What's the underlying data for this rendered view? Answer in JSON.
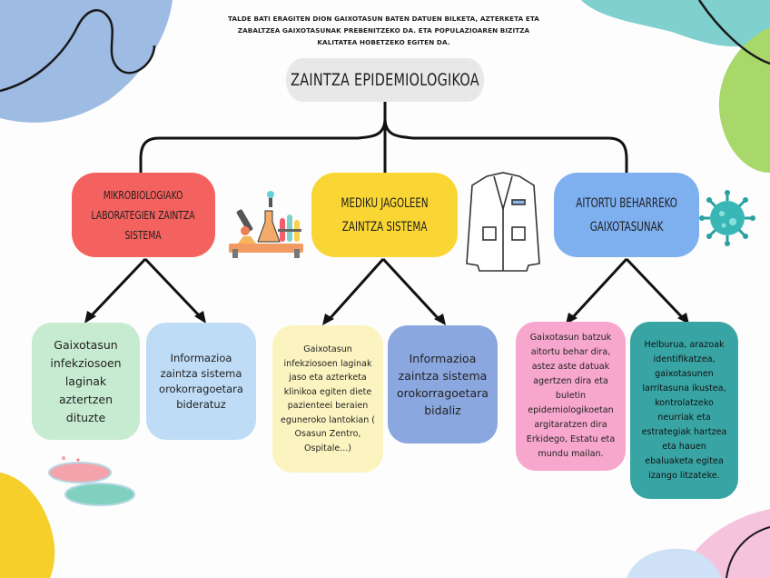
{
  "intro": "TALDE BATI ERAGITEN DION GAIXOTASUN BATEN DATUEN BILKETA, AZTERKETA ETA ZABALTZEA GAIXOTASUNAK PREBENITZEKO DA. ETA POPULAZIOAREN BIZITZA KALITATEA HOBETZEKO EGITEN DA.",
  "title": "ZAINTZA EPIDEMIOLOGIKOA",
  "categories": [
    {
      "lines": [
        "MIKROBIOLOGIAKO",
        "LABORATEGIEN ZAINTZA",
        "SISTEMA"
      ]
    },
    {
      "lines": [
        "MEDIKU JAGOLEEN",
        "ZAINTZA SISTEMA"
      ]
    },
    {
      "lines": [
        "AITORTU BEHARREKO",
        "GAIXOTASUNAK"
      ]
    }
  ],
  "details": [
    "Gaixotasun infekziosoen laginak aztertzen dituzte",
    "Informazioa zaintza sistema orokorragoetara bideratuz",
    "Gaixotasun infekziosoen laginak jaso eta azterketa klinikoa egiten diete pazienteei beraien eguneroko lantokian ( Osasun Zentro, Ospitale...)",
    "Informazioa zaintza sistema orokorragoetara bidaliz",
    "Gaixotasun batzuk aitortu behar dira, astez aste datuak agertzen dira eta buletin epidemiologikoetan argitaratzen dira Erkidego, Estatu eta mundu mailan.",
    "Helburua, arazoak identifikatzea, gaixotasunen larritasuna ikustea, kontrolatzeko neurriak eta estrategiak hartzea eta hauen ebaluaketa egitea izango litzateke."
  ],
  "colors": {
    "red": "#f4625f",
    "yellow": "#fad634",
    "blue": "#7eb0f0",
    "green_light": "#c7ebd0",
    "blue_light": "#bfdcf6",
    "yellow_light": "#fcf4c0",
    "blue_mid": "#8ba7df",
    "pink": "#f7a7cd",
    "teal": "#39a4a4"
  },
  "icons": [
    "lab-equipment-icon",
    "lab-coat-icon",
    "virus-icon",
    "petri-dish-icon"
  ]
}
